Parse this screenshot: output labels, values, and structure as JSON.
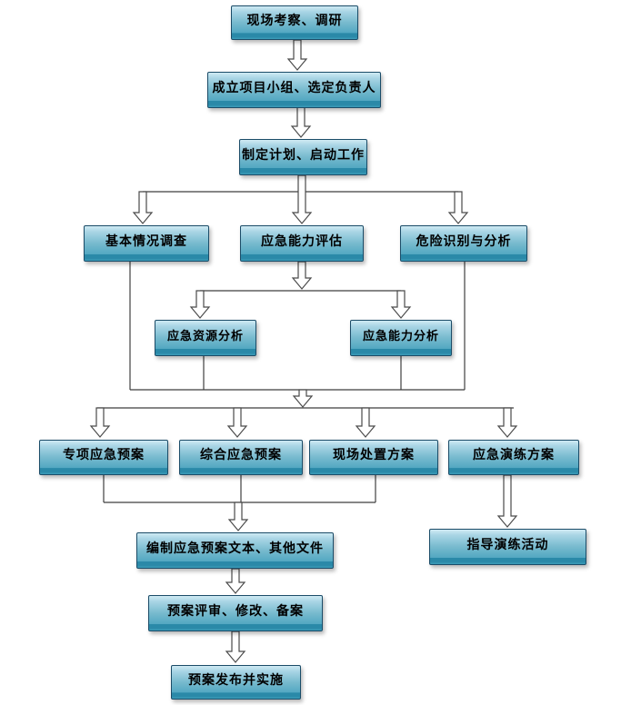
{
  "flowchart": {
    "description": "Emergency response plan development process flowchart",
    "nodes": {
      "site_survey": {
        "label": "现场考察、调研"
      },
      "form_team": {
        "label": "成立项目小组、选定负责人"
      },
      "make_plan": {
        "label": "制定计划、启动工作"
      },
      "basic_survey": {
        "label": "基本情况调查"
      },
      "capability_assess": {
        "label": "应急能力评估"
      },
      "hazard_id": {
        "label": "危险识别与分析"
      },
      "resource_analysis": {
        "label": "应急资源分析"
      },
      "capability_analysis": {
        "label": "应急能力分析"
      },
      "special_plan": {
        "label": "专项应急预案"
      },
      "comprehensive_plan": {
        "label": "综合应急预案"
      },
      "onsite_plan": {
        "label": "现场处置方案"
      },
      "drill_plan": {
        "label": "应急演练方案"
      },
      "compile_docs": {
        "label": "编制应急预案文本、其他文件"
      },
      "guide_drill": {
        "label": "指导演练活动"
      },
      "review_revise": {
        "label": "预案评审、修改、备案"
      },
      "publish_implement": {
        "label": "预案发布并实施"
      }
    },
    "colors": {
      "box_gradient_top": "#cfeaf3",
      "box_gradient_mid": "#77bace",
      "box_gradient_bottom": "#53a8c2",
      "box_bottom_strip": "#2a89a8",
      "box_border": "#1b4c68",
      "text": "#000000",
      "connector_line": "#3f3f3f",
      "arrow_outline": "#4a4a4a",
      "arrow_fill": "#ffffff",
      "background": "#ffffff"
    }
  }
}
